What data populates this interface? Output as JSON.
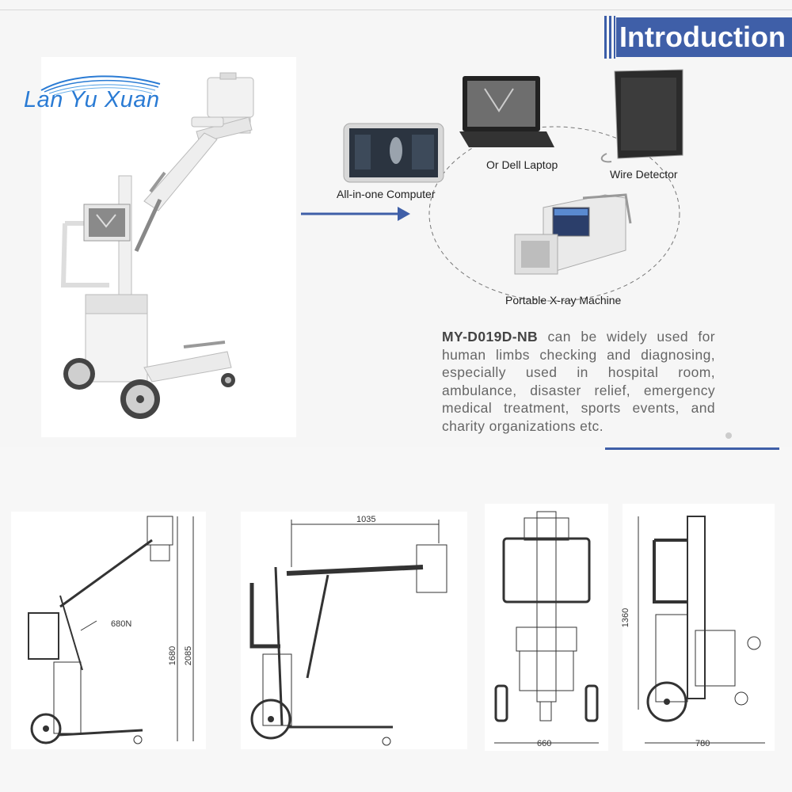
{
  "header": {
    "title": "Introduction"
  },
  "logo": {
    "text": "Lan Yu Xuan"
  },
  "diagram": {
    "labels": {
      "all_in_one": "All-in-one Computer",
      "laptop": "Or Dell Laptop",
      "detector": "Wire Detector",
      "machine": "Portable X-ray  Machine"
    }
  },
  "description": {
    "model": "MY-D019D-NB",
    "text": " can be widely used for human limbs checking and diagnosing, especially used in hospital room, ambulance, disaster relief, emergency medical treatment, sports events, and charity organizations etc."
  },
  "dimensions": {
    "width_top": "1035",
    "arm_force": "680N",
    "height_1": "1680",
    "height_2": "2085",
    "height_3": "1360",
    "width_front": "660",
    "width_side": "780"
  },
  "colors": {
    "accent": "#3f5fa8",
    "logo": "#2a7bd4",
    "text": "#666666"
  }
}
